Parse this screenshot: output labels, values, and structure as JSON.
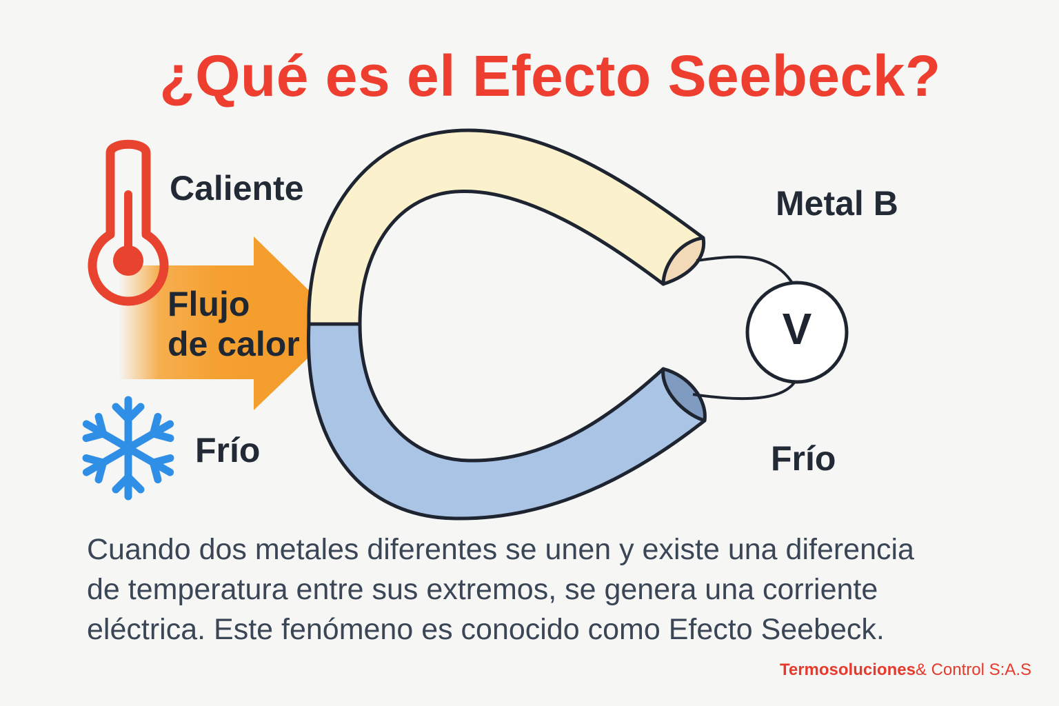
{
  "title": "¿Qué es el Efecto Seebeck?",
  "labels": {
    "hot": "Caliente",
    "cold_left": "Frío",
    "metal_b": "Metal B",
    "cold_right": "Frío",
    "voltmeter": "V"
  },
  "heat_flow": {
    "line1": "Flujo",
    "line2": "de calor"
  },
  "description": [
    "Cuando dos metales diferentes se unen y existe una diferencia",
    "de temperatura entre sus extremos, se genera una corriente",
    "eléctrica. Este fenómeno es conocido como Efecto Seebeck."
  ],
  "brand": {
    "part1": "Termosoluciones",
    "part2": "& Control S:A.S"
  },
  "colors": {
    "title": "#ee3e2f",
    "hot_metal": "#fbf1cc",
    "cold_metal": "#a9c4e4",
    "arrow": "#f5a030",
    "snowflake": "#2f8ee6",
    "thermometer": "#e8432f"
  },
  "icons": {
    "hot": "thermometer-icon",
    "cold": "snowflake-icon",
    "meter": "voltmeter-icon"
  }
}
